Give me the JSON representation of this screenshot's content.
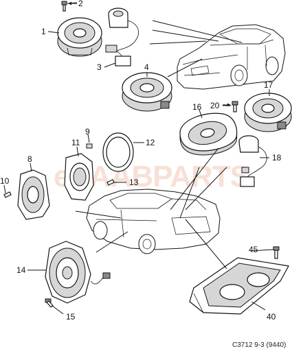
{
  "diagram": {
    "callouts": {
      "c1": "1",
      "c2": "2",
      "c3": "3",
      "c4": "4",
      "c8": "8",
      "c9": "9",
      "c10": "10",
      "c11": "11",
      "c12": "12",
      "c13": "13",
      "c14": "14",
      "c15": "15",
      "c16": "16",
      "c17": "17",
      "c18": "18",
      "c20": "20",
      "c40": "40",
      "c45": "45"
    },
    "watermark": "eSAABPARTS",
    "footer": "C3712 9-3 (9440)"
  },
  "colors": {
    "ink": "#111111",
    "watermark": "#f3c7b8",
    "background": "#ffffff"
  },
  "icons": [
    "arrow-icon"
  ]
}
